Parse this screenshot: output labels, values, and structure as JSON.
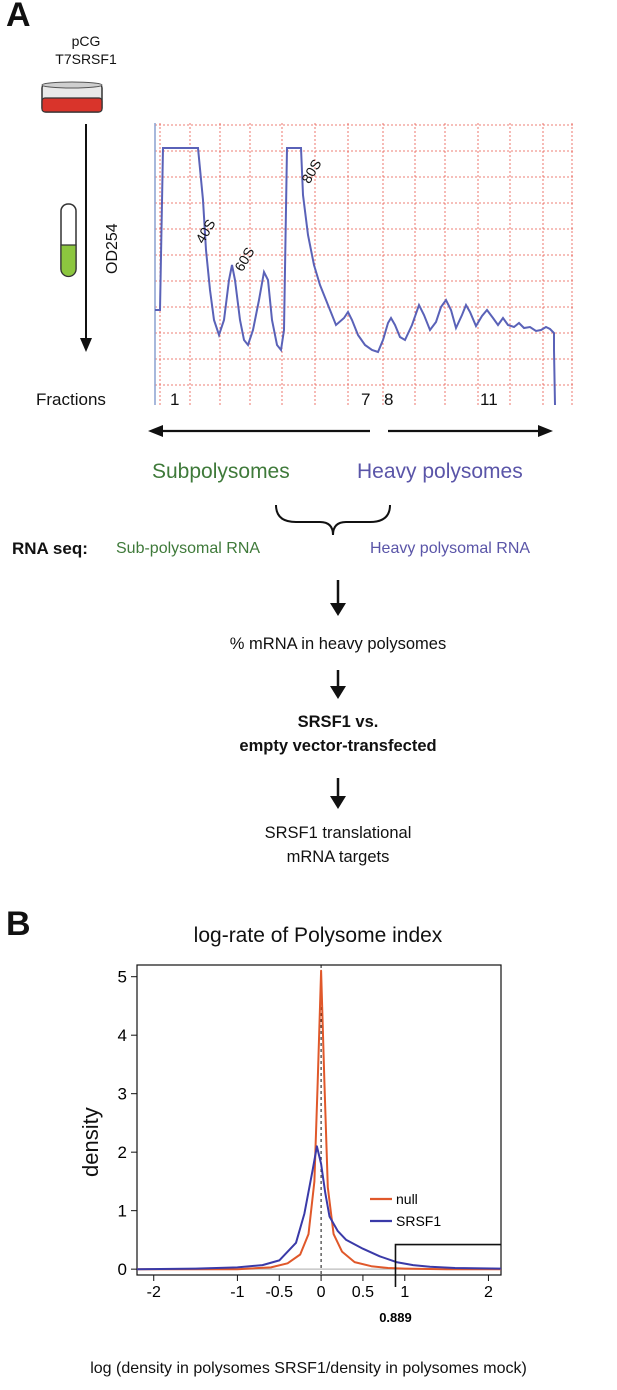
{
  "panel_a": {
    "letter": "A",
    "plasmid_line1": "pCG",
    "plasmid_line2": "T7SRSF1",
    "y_label": "OD254",
    "peaks": {
      "p40s": "40S",
      "p60s": "60S",
      "p80s": "80S"
    },
    "fractions_label": "Fractions",
    "fraction_numbers": [
      "1",
      "7",
      "8",
      "11"
    ],
    "subpolysomes": "Subpolysomes",
    "heavy_polysomes": "Heavy polysomes",
    "rna_seq_label": "RNA seq:",
    "sub_polysomal_rna": "Sub-polysomal RNA",
    "heavy_polysomal_rna": "Heavy polysomal RNA",
    "step1": "% mRNA in heavy polysomes",
    "step2_line1": "SRSF1 vs.",
    "step2_line2": "empty vector-transfected",
    "step3_line1": "SRSF1 translational",
    "step3_line2": "mRNA targets",
    "colors": {
      "green": "#3f7a3a",
      "purple": "#5a55a8",
      "grid": "#e8554a",
      "trace": "#5a62b8",
      "dish_red": "#d9342b",
      "tube_green": "#8cc63f"
    }
  },
  "panel_b": {
    "letter": "B",
    "title": "log-rate of Polysome index",
    "y_label": "density",
    "x_label": "log (density in polysomes SRSF1/density in polysomes mock)",
    "threshold_label": "0.889",
    "legend": [
      {
        "name": "null",
        "color": "#e0582a"
      },
      {
        "name": "SRSF1",
        "color": "#3a3aa8"
      }
    ]
  },
  "chart_data": {
    "type": "line",
    "title": "log-rate of Polysome index",
    "xlabel": "log (density in polysomes SRSF1/density in polysomes mock)",
    "ylabel": "density",
    "x_ticks": [
      "-2",
      "-1",
      "-0.5",
      "0",
      "0.5",
      "1",
      "2"
    ],
    "x_tick_values": [
      -2,
      -1,
      -0.5,
      0,
      0.5,
      1,
      2
    ],
    "y_ticks": [
      "0",
      "1",
      "2",
      "3",
      "4",
      "5"
    ],
    "y_tick_values": [
      0,
      1,
      2,
      3,
      4,
      5
    ],
    "xlim": [
      -2.2,
      2.15
    ],
    "ylim": [
      -0.1,
      5.2
    ],
    "threshold": 0.889,
    "threshold_box_ymax": 0.42,
    "series": [
      {
        "name": "null",
        "x": [
          -2.2,
          -1.0,
          -0.6,
          -0.4,
          -0.25,
          -0.15,
          -0.08,
          -0.04,
          0.0,
          0.04,
          0.08,
          0.15,
          0.25,
          0.4,
          0.6,
          0.8,
          1.0,
          1.5,
          2.15
        ],
        "y": [
          0.0,
          0.0,
          0.03,
          0.1,
          0.25,
          0.6,
          1.5,
          3.2,
          5.1,
          3.2,
          1.4,
          0.6,
          0.3,
          0.12,
          0.05,
          0.02,
          0.01,
          0.0,
          0.0
        ]
      },
      {
        "name": "SRSF1",
        "x": [
          -2.2,
          -1.5,
          -1.0,
          -0.7,
          -0.5,
          -0.3,
          -0.2,
          -0.1,
          -0.05,
          0.0,
          0.05,
          0.1,
          0.2,
          0.3,
          0.5,
          0.7,
          0.9,
          1.1,
          1.3,
          1.6,
          2.15
        ],
        "y": [
          0.0,
          0.01,
          0.03,
          0.07,
          0.15,
          0.45,
          0.95,
          1.7,
          2.1,
          1.8,
          1.3,
          0.9,
          0.65,
          0.5,
          0.35,
          0.22,
          0.12,
          0.07,
          0.04,
          0.02,
          0.01
        ]
      }
    ],
    "grid": false,
    "legend_position": "right"
  }
}
